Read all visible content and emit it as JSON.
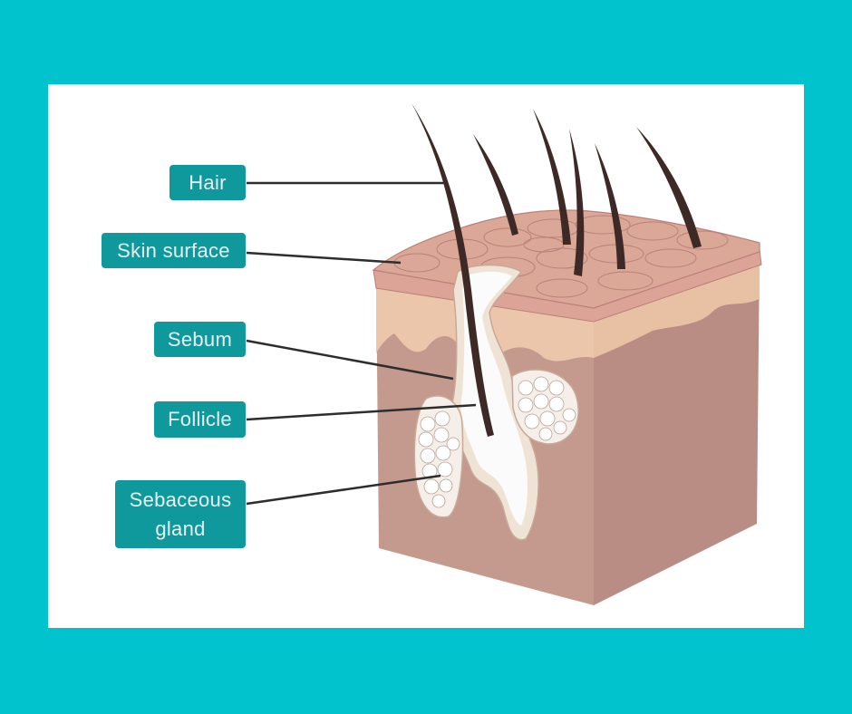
{
  "labels": {
    "hair": "Hair",
    "skin_surface": "Skin surface",
    "sebum": "Sebum",
    "follicle": "Follicle",
    "sebaceous_gland": "Sebaceous gland"
  },
  "colors": {
    "background": "#00c3cd",
    "label_fill": "#0f999d",
    "label_text": "#e6f2f2",
    "epidermis": "#e2aa9a",
    "dermis_upper": "#ebc7ab",
    "dermis": "#bf9288",
    "hair": "#3d2a26"
  }
}
